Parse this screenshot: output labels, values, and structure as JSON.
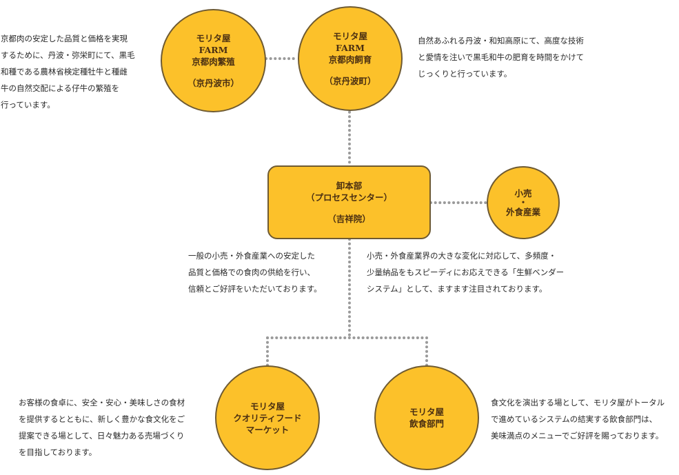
{
  "nodes": {
    "breeding": {
      "lines": [
        "モリタ屋",
        "FARM",
        "京都肉繁殖",
        "（京丹波市）"
      ]
    },
    "fattening": {
      "lines": [
        "モリタ屋",
        "FARM",
        "京都肉飼育",
        "（京丹波町）"
      ]
    },
    "wholesale": {
      "lines": [
        "卸本部",
        "（プロセスセンター）",
        "（吉祥院）"
      ]
    },
    "retail": {
      "lines": [
        "小売",
        "・",
        "外食産業"
      ]
    },
    "market": {
      "lines": [
        "モリタ屋",
        "クオリティフード",
        "マーケット"
      ]
    },
    "restaurant": {
      "lines": [
        "モリタ屋",
        "飲食部門"
      ]
    }
  },
  "descriptions": {
    "breeding": [
      "京都肉の安定した品質と価格を実現",
      "するために、丹波・弥栄町にて、黒毛",
      "和種である農林省検定種牡牛と種雌",
      "牛の自然交配による仔牛の繁殖を",
      "行っています。"
    ],
    "fattening": [
      "自然あふれる丹波・和知高原にて、高度な技術",
      "と愛情を注いで黒毛和牛の肥育を時間をかけて",
      "じっくりと行っています。"
    ],
    "supply": [
      "一般の小売・外食産業への安定した",
      "品質と価格での食肉の供給を行い、",
      "信頼とご好評をいただいております。"
    ],
    "vendor": [
      "小売・外食産業界の大きな変化に対応して、多頻度・",
      "少量納品をもスピーディにお応えできる「生鮮ベンダー",
      "システム」として、ますます注目されております。"
    ],
    "market": [
      "お客様の食卓に、安全・安心・美味しさの食材",
      "を提供するとともに、新しく豊かな食文化をご",
      "提案できる場として、日々魅力ある売場づくり",
      "を目指しております。"
    ],
    "restaurant": [
      "食文化を演出する場として、モリタ屋がトータル",
      "で進めているシステムの結実する飲食部門は、",
      "美味満点のメニューでご好評を賜っております。"
    ]
  },
  "colors": {
    "node_fill": "#fcc12a",
    "node_border": "#6e5a32",
    "connector": "#9a9a9a"
  }
}
